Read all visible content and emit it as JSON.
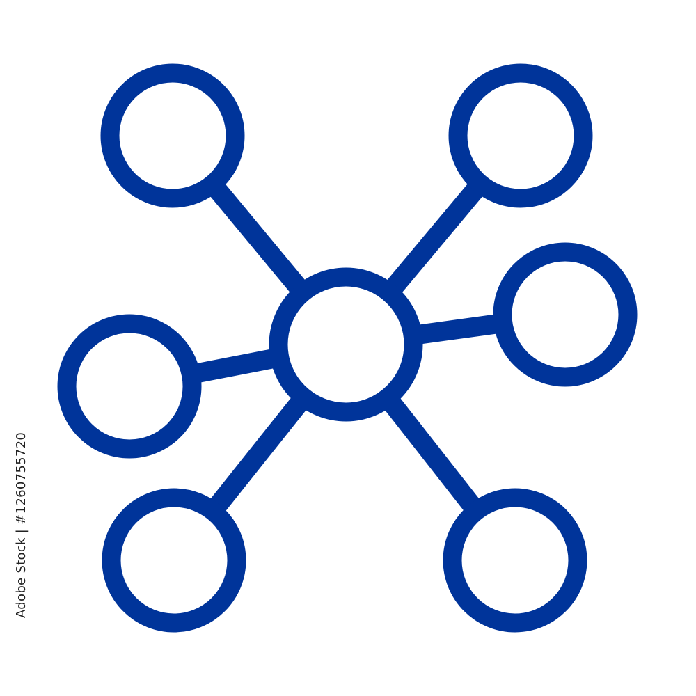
{
  "icon": {
    "name": "network-hub-icon",
    "color": "#00349a",
    "background": "#ffffff",
    "node_count": 7,
    "link_count": 6
  },
  "watermark": {
    "text": "Adobe Stock | #1260755720"
  }
}
